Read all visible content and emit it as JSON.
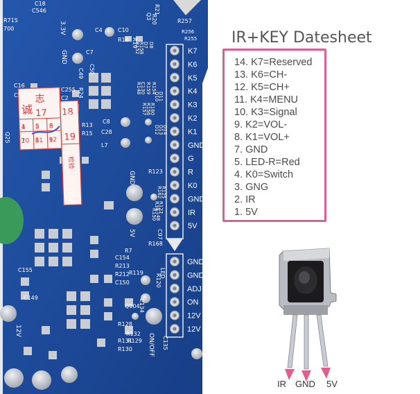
{
  "title": "IR+KEY Datesheet",
  "pin_list": [
    "14. K7=Reserved",
    "13. K6=CH-",
    "12. K5=CH+",
    "11. K4=MENU",
    "10. K3=Signal",
    "9. K2=VOL-",
    "8. K1=VOL+",
    "7. GND",
    "5. LED-R=Red",
    "4. K0=Switch",
    "3. GNG",
    "2. IR",
    "1. 5V"
  ],
  "connector_labels": [
    "K7",
    "K6",
    "K5",
    "K4",
    "K3",
    "K2",
    "K1",
    "GND",
    "G",
    "R",
    "K0",
    "GND",
    "IR",
    "5V"
  ],
  "power_labels": [
    "GND",
    "GND",
    "ADJ",
    "ON",
    "12V",
    "12V"
  ],
  "sensor_leads": [
    "IR",
    "GND",
    "5V"
  ],
  "pcb_silkscreen": {
    "s1": "C18",
    "s2": "C546",
    "s3": "3.3V",
    "s4": "GND",
    "s5": "C4",
    "s6": "C10",
    "s7": "R19",
    "s8": "R18",
    "s9": "C7",
    "s10": "C49",
    "s11": "C50",
    "s12": "R257",
    "s13": "R256",
    "s14": "R255",
    "s15": "C16",
    "s16": "C59",
    "s17": "C255",
    "s18": "C2",
    "s19": "C14",
    "s20": "C15",
    "s21": "R24",
    "s22": "R13",
    "s23": "R15",
    "s24": "C28",
    "s25": "C8",
    "s26": "L7",
    "s27": "Q25",
    "s28": "C156",
    "s29": "R123",
    "s30": "GND",
    "s31": "5V",
    "s32": "R168",
    "s33": "C97",
    "s34": "C154",
    "s35": "R7",
    "s36": "R213",
    "s37": "R212",
    "s38": "R119",
    "s39": "R120",
    "s40": "C150",
    "s41": "C155",
    "s42": "C149",
    "s43": "12V",
    "s44": "Q104",
    "s45": "C134",
    "s46": "R128",
    "s47": "R132",
    "s48": "R131",
    "s49": "R130",
    "s50": "R129",
    "s51": "ON/OFF",
    "s52": "C135",
    "s53": "R715",
    "s54": "700",
    "s55": "R21",
    "s56": "R20",
    "s57": "Q3",
    "s58": "R152",
    "s59": "R158",
    "s60": "D7",
    "s61": "D8",
    "s62": "R148",
    "s63": "C130",
    "s64": "R159",
    "s65": "R154",
    "s66": "R157",
    "s67": "R156",
    "s68": "R160",
    "s69": "D10",
    "s70": "D11",
    "s71": "D12",
    "s72": "D13",
    "s73": "D14",
    "s74": "R162",
    "s75": "R125",
    "s76": "R34",
    "s77": "R127",
    "s78": "R150",
    "s79": "C148",
    "s80": "LED"
  },
  "qc_sticker": {
    "row1": [
      "志",
      "17",
      "18",
      "19"
    ],
    "row2": [
      "1",
      "2",
      "3",
      "4",
      "5",
      "6"
    ],
    "row3": [
      "7",
      "8",
      "9",
      "10",
      "11",
      "12"
    ],
    "side": "诚",
    "pass": "检验"
  },
  "colors": {
    "pcb_blue": "#1f4fa0",
    "pcb_dark": "#173e86",
    "pad_silver": "#c9cdd4",
    "frame_pink": "#e45b8e",
    "sticker_red": "#e03a3a"
  }
}
